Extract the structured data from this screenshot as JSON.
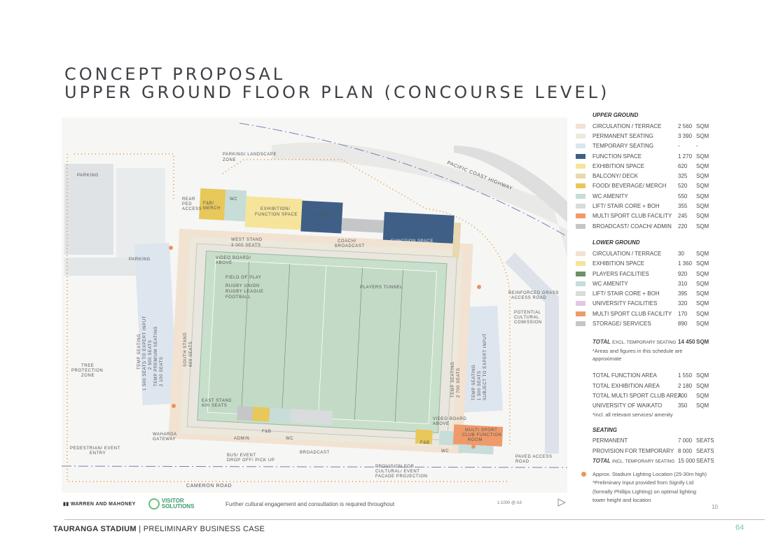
{
  "title": {
    "line1": "CONCEPT PROPOSAL",
    "line2": "UPPER GROUND FLOOR PLAN (CONCOURSE LEVEL)"
  },
  "plan_labels": {
    "parking_left": "PARKING",
    "parking_mid": "PARKING",
    "parking_landscape": "PARKING/ LANDSCAPE",
    "parking_landscape_zone": "ZONE",
    "pacific": "PACIFIC COAST HIGHWAY",
    "rear_ped_1": "REAR",
    "rear_ped_2": "PED",
    "rear_ped_3": "ACCESS",
    "fb_top": "F&B/",
    "fb_top_2": "MERCH",
    "wc_top": "WC",
    "exhibition": "EXHIBITION/",
    "exhibition_2": "FUNCTION SPACE",
    "lobby": "LOBBY",
    "coach": "COACH/",
    "coach_2": "BROADCAST",
    "function_space": "FUNCTION SPACE",
    "west_stand": "WEST STAND",
    "west_stand_seats": "3 000 SEATS",
    "video_board": "VIDEO BOARD/",
    "video_board_2": "ABOVE",
    "field_of_play": "FIELD OF PLAY",
    "rugby_union": "RUGBY UNION",
    "rugby_league": "RUGBY LEAGUE",
    "football": "FOOTBALL",
    "players_tunnel": "PLAYERS TUNNEL",
    "reinforced": "REINFORCED GRASS",
    "reinforced_2": "ACCESS ROAD",
    "potential": "POTENTIAL",
    "potential_2": "CULTURAL",
    "potential_3": "COMISSION",
    "temp_seating_left": "TEMP SEATING",
    "temp_seating_left_2": "1 500 SEATS TO EXPERT INPUT",
    "temp_seating_left_3": "2 500 SEATS",
    "temp_seating_left_4": "TEMP PREMIUM SEATING",
    "temp_seating_left_5": "2 100 SEATS",
    "south_stand": "SOUTH STAND",
    "south_stand_2": "600 SEATS",
    "temp_seating_right": "TEMP SEATING",
    "temp_seating_right_2": "2 700 SEATS",
    "temp_seating_right_3": "TEMP SEATING",
    "temp_seating_right_4": "1 500 SEATS",
    "temp_seating_right_5": "SUBJECT TO EXPERT INPUT",
    "tree_zone": "TREE",
    "tree_zone_2": "PROTECTION",
    "tree_zone_3": "ZONE",
    "east_stand": "EAST STAND",
    "east_stand_2": "600 SEATS",
    "wharoa_gateway": "WAHARDA",
    "wharoa_gateway_2": "GATEWAY",
    "ped_entry": "PEDESTRIAN/ EVENT",
    "ped_entry_2": "ENTRY",
    "admin": "ADMIN",
    "fb_bottom": "F&B",
    "wc_bottom": "WC",
    "broadcast": "BROADCAST",
    "bus_event": "BUS/ EVENT",
    "bus_event_2": "DROP OFF/ PICK UP",
    "cameron_road": "CAMERON ROAD",
    "provision_cultural": "PROVISION FOR",
    "provision_cultural_2": "CULTURAL/ EVENT",
    "provision_cultural_3": "FACADE PROJECTION",
    "video_board_bottom": "VIDEO BOARD",
    "video_board_bottom_2": "ABOVE",
    "fb_right": "F&B",
    "wc_right": "WC",
    "multi_sport": "MULTI SPORT",
    "multi_sport_2": "CLUB FUNCTION",
    "multi_sport_3": "ROOM",
    "paved_access": "PAVED ACCESS",
    "paved_access_2": "ROAD"
  },
  "legend": {
    "upper_heading": "UPPER GROUND",
    "upper": [
      {
        "label": "CIRCULATION / TERRACE",
        "value": "2 560",
        "unit": "SQM",
        "color": "#f2e2d2"
      },
      {
        "label": "PERMANENT SEATING",
        "value": "3 390",
        "unit": "SQM",
        "color": "#ece8dc"
      },
      {
        "label": "TEMPORARY SEATING",
        "value": "-",
        "unit": "-",
        "color": "#dde5ef"
      },
      {
        "label": "FUNCTION SPACE",
        "value": "1 270",
        "unit": "SQM",
        "color": "#3f5f86"
      },
      {
        "label": "EXHIBITION SPACE",
        "value": "620",
        "unit": "SQM",
        "color": "#f5e49a"
      },
      {
        "label": "BALCONY/ DECK",
        "value": "325",
        "unit": "SQM",
        "color": "#e9d8b0"
      },
      {
        "label": "FOOD/ BEVERAGE/ MERCH",
        "value": "520",
        "unit": "SQM",
        "color": "#e8c85a"
      },
      {
        "label": "WC AMENITY",
        "value": "550",
        "unit": "SQM",
        "color": "#c6ddd8"
      },
      {
        "label": "LIFT/ STAIR CORE + BOH",
        "value": "355",
        "unit": "SQM",
        "color": "#d9dcdc"
      },
      {
        "label": "MULTI SPORT CLUB FACILITY",
        "value": "245",
        "unit": "SQM",
        "color": "#ef9a6a"
      },
      {
        "label": "BROADCAST/ COACH/ ADMIN",
        "value": "220",
        "unit": "SQM",
        "color": "#c4c6c8"
      }
    ],
    "lower_heading": "LOWER GROUND",
    "lower": [
      {
        "label": "CIRCULATION / TERRACE",
        "value": "30",
        "unit": "SQM",
        "color": "#f2e2d2"
      },
      {
        "label": "EXHIBITION SPACE",
        "value": "1 360",
        "unit": "SQM",
        "color": "#f5e49a"
      },
      {
        "label": "PLAYERS FACILITIES",
        "value": "920",
        "unit": "SQM",
        "color": "#6e8f6a"
      },
      {
        "label": "WC AMENITY",
        "value": "310",
        "unit": "SQM",
        "color": "#c6ddd8"
      },
      {
        "label": "LIFT/ STAIR CORE + BOH",
        "value": "395",
        "unit": "SQM",
        "color": "#d9dcdc"
      },
      {
        "label": "UNIVERSITY FACILITIES",
        "value": "320",
        "unit": "SQM",
        "color": "#e2c6e6"
      },
      {
        "label": "MULTI SPORT CLUB FACILITY",
        "value": "170",
        "unit": "SQM",
        "color": "#ef9a6a"
      },
      {
        "label": "STORAGE/ SERVICES",
        "value": "890",
        "unit": "SQM",
        "color": "#c4c6c8"
      }
    ],
    "total_prefix": "TOTAL",
    "total_suffix": "EXCL. TEMPORARY SEATING",
    "total_value": "14 450",
    "total_unit": "SQM",
    "total_note": "*Areas and figures in this schedule are approximate",
    "totals": [
      {
        "label": "TOTAL FUNCTION AREA",
        "value": "1 550",
        "unit": "SQM"
      },
      {
        "label": "TOTAL EXHIBITION AREA",
        "value": "2 180",
        "unit": "SQM"
      },
      {
        "label": "TOTAL MULTI SPORT CLUB AREA",
        "value": "700",
        "unit": "SQM"
      },
      {
        "label": "UNIVERSITY OF WAIKATO",
        "value": "350",
        "unit": "SQM"
      }
    ],
    "university_note": "*incl. all relevant services/ amenity",
    "seating_heading": "SEATING",
    "seating": [
      {
        "label": "PERMANENT",
        "value": "7 000",
        "unit": "SEATS"
      },
      {
        "label": "PROVISION FOR TEMPORARY",
        "value": "8 000",
        "unit": "SEATS"
      }
    ],
    "seating_total_prefix": "TOTAL",
    "seating_total_suffix": "INCL. TEMPORARY SEATING",
    "seating_total_value": "15 000",
    "seating_total_unit": "SEATS",
    "lighting_line1": "Approx. Stadium Lighting Location (25-30m high)",
    "lighting_line2": "*Preliminary Input provided from Signify Ltd",
    "lighting_line3": "(formally Phillips Lighting) on optimal lighting",
    "lighting_line4": "tower height and location",
    "sheet_number": "10"
  },
  "logos": {
    "warren": "WARREN AND MAHONEY",
    "visitor_1": "VISITOR",
    "visitor_2": "SOLUTIONS"
  },
  "further_note": "Further cultural engagement and consultation is required throughout",
  "scale": "1:1000 @ A3",
  "footer": {
    "left_bold": "TAURANGA STADIUM",
    "divider": "|",
    "left_rest": "PRELIMINARY BUSINESS CASE",
    "page": "64"
  }
}
